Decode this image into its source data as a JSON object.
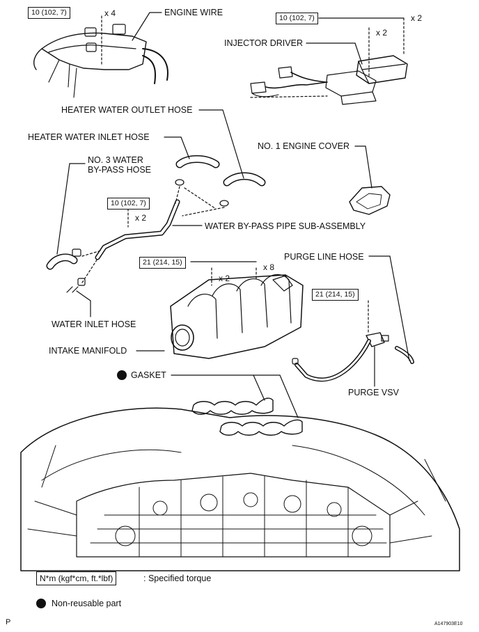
{
  "labels": {
    "engine_wire": "ENGINE WIRE",
    "injector_driver": "INJECTOR DRIVER",
    "heater_water_outlet_hose": "HEATER WATER OUTLET HOSE",
    "heater_water_inlet_hose": "HEATER WATER INLET HOSE",
    "no3_water_line1": "NO. 3 WATER",
    "no3_water_line2": "BY-PASS HOSE",
    "no1_engine_cover": "NO. 1 ENGINE COVER",
    "water_bypass_pipe": "WATER BY-PASS PIPE SUB-ASSEMBLY",
    "purge_line_hose": "PURGE LINE HOSE",
    "water_inlet_hose": "WATER INLET HOSE",
    "intake_manifold": "INTAKE MANIFOLD",
    "gasket": "GASKET",
    "purge_vsv": "PURGE VSV"
  },
  "torque_specs": {
    "engine_wire_nut": "10 (102, 7)",
    "injector_driver_nut": "10 (102, 7)",
    "bypass_pipe_bolt": "10 (102, 7)",
    "intake_manifold_bolt": "21 (214, 15)",
    "purge_vsv_bolt": "21 (214, 15)"
  },
  "quantities": {
    "engine_wire_nut": "x 4",
    "injector_driver_nut": "x 2",
    "injector_driver_bolt": "x 2",
    "bypass_pipe_bolt": "x 2",
    "intake_manifold_nut": "x 2",
    "intake_manifold_bolt": "x 8"
  },
  "legend": {
    "torque_box": "N*m (kgf*cm, ft.*lbf)",
    "torque_text": ": Specified torque",
    "nonreusable_text": "Non-reusable part"
  },
  "corner": {
    "left_mark": "P",
    "figure_id": "A147903E10"
  }
}
